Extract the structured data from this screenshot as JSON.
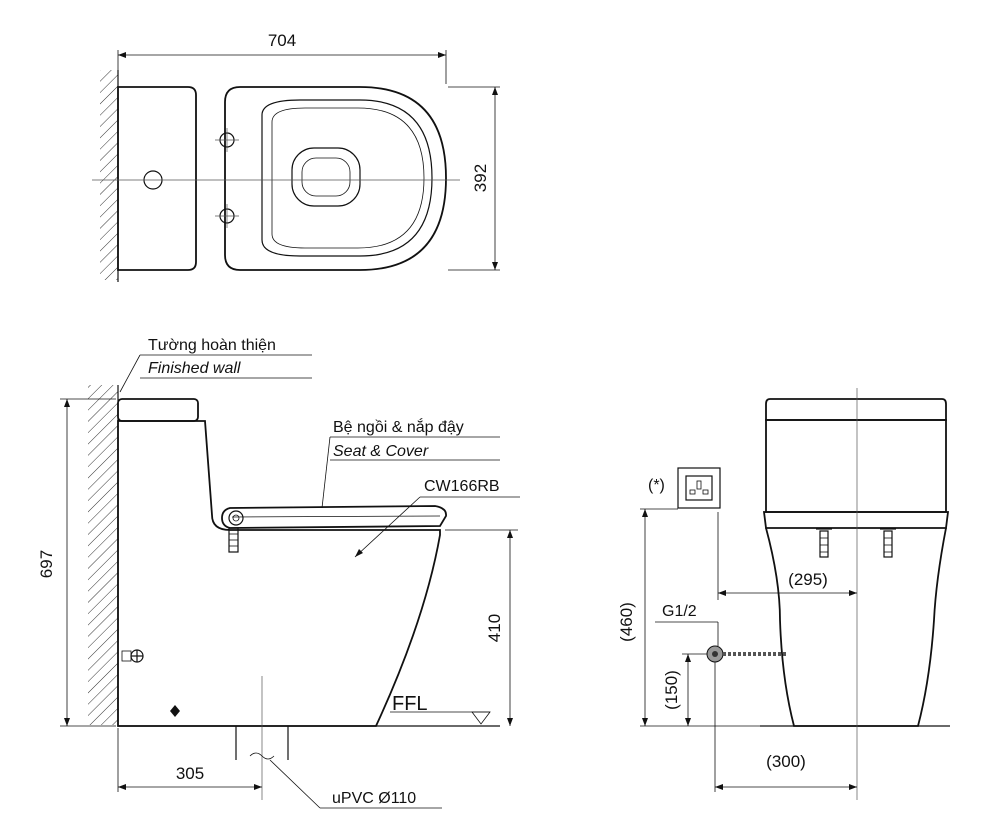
{
  "dimensions": {
    "top_width": "704",
    "top_depth": "392",
    "side_height": "697",
    "seat_height": "410",
    "drain_distance": "305",
    "supply_height": "(460)",
    "supply_low": "(150)",
    "bolt_spacing": "(295)",
    "supply_offset": "(300)"
  },
  "labels": {
    "wall_vi": "Tường hoàn thiện",
    "wall_en": "Finished wall",
    "seat_vi": "Bệ ngồi & nắp đậy",
    "seat_en": "Seat & Cover",
    "seat_model": "CW166RB",
    "floor": "FFL",
    "pipe": "uPVC Ø110",
    "inlet": "G1/2",
    "socket_note": "(*)"
  }
}
